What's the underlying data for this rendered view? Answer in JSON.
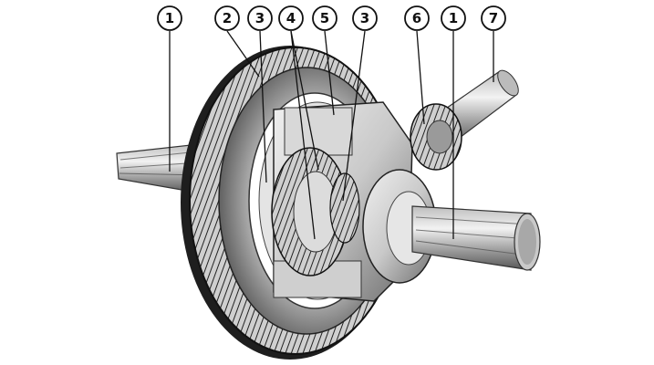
{
  "callouts": [
    {
      "id": "c1-left",
      "label": "1"
    },
    {
      "id": "c2",
      "label": "2"
    },
    {
      "id": "c3-left",
      "label": "3"
    },
    {
      "id": "c4",
      "label": "4"
    },
    {
      "id": "c5",
      "label": "5"
    },
    {
      "id": "c3-right",
      "label": "3"
    },
    {
      "id": "c6",
      "label": "6"
    },
    {
      "id": "c1-right",
      "label": "1"
    },
    {
      "id": "c7",
      "label": "7"
    }
  ],
  "colors": {
    "ink": "#111111",
    "metal_dark": "#2a2a2a",
    "metal_mid": "#8c8c8c",
    "metal_light": "#d9d9d9",
    "paper": "#ffffff"
  }
}
